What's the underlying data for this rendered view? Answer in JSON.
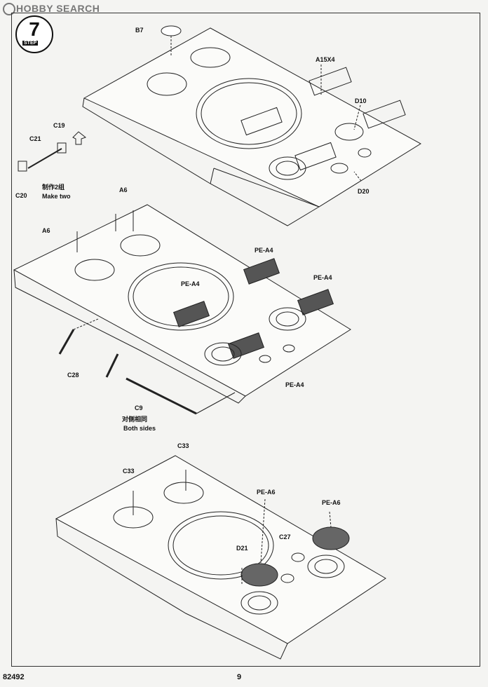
{
  "watermark": "HOBBY SEARCH",
  "step": {
    "number": "7",
    "label": "STEP"
  },
  "callouts": {
    "b7": "B7",
    "a15x4": "A15X4",
    "d10": "D10",
    "d20": "D20",
    "c19": "C19",
    "c21": "C21",
    "c20": "C20",
    "make_two_cn": "制作2组",
    "make_two_en": "Make two",
    "a6_top": "A6",
    "a6_left": "A6",
    "pe_a4_1": "PE-A4",
    "pe_a4_2": "PE-A4",
    "pe_a4_3": "PE-A4",
    "pe_a4_4": "PE-A4",
    "c28": "C28",
    "c9": "C9",
    "both_sides_cn": "对侧相同",
    "both_sides_en": "Both sides",
    "c33_top": "C33",
    "c33_left": "C33",
    "pe_a6_1": "PE-A6",
    "pe_a6_2": "PE-A6",
    "c27": "C27",
    "d21": "D21"
  },
  "footer": {
    "code": "82492",
    "page": "9"
  }
}
